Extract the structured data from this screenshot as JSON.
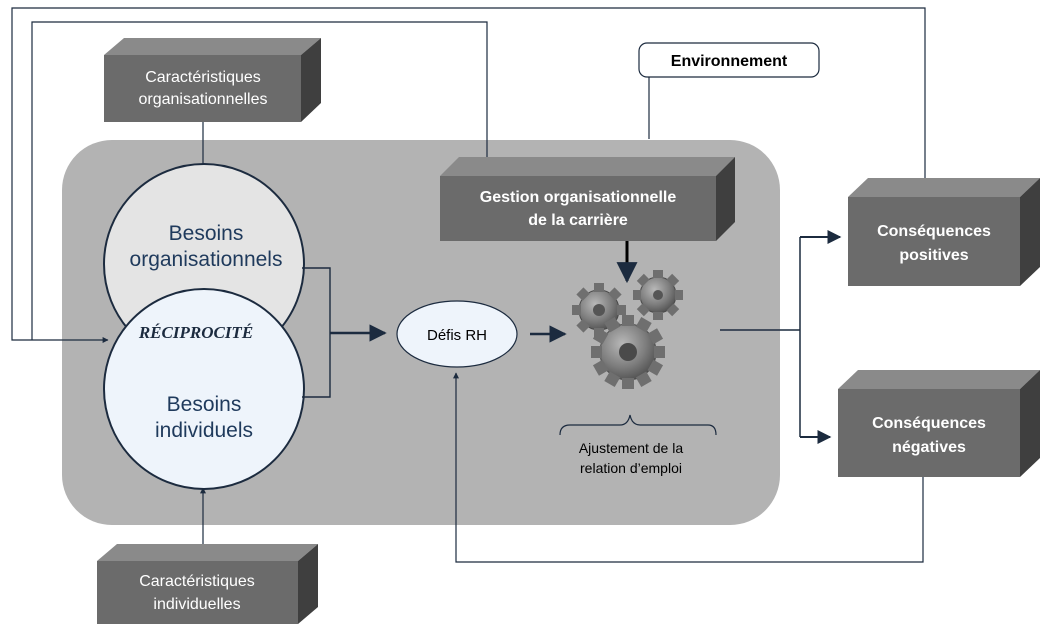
{
  "diagram": {
    "environment_label": "Environnement",
    "org_characteristics": [
      "Caractéristiques",
      "organisationnelles"
    ],
    "ind_characteristics": [
      "Caractéristiques",
      "individuelles"
    ],
    "gestion": [
      "Gestion organisationnelle",
      "de la carrière"
    ],
    "besoins_org": [
      "Besoins",
      "organisationnels"
    ],
    "reciprocite": "RÉCIPROCITÉ",
    "besoins_ind": [
      "Besoins",
      "individuels"
    ],
    "defis": "Défis RH",
    "ajustement": [
      "Ajustement de la",
      "relation d’emploi"
    ],
    "consequences_pos": [
      "Conséquences",
      "positives"
    ],
    "consequences_neg": [
      "Conséquences",
      "négatives"
    ],
    "colors": {
      "panel": "#b3b3b3",
      "box_front": "#6b6b6b",
      "box_side": "#3f3f3f",
      "box_top": "#8a8a8a",
      "circle_top": "#e4e4e4",
      "circle_bottom": "#eef4fb",
      "line": "#1c2b3f"
    }
  }
}
